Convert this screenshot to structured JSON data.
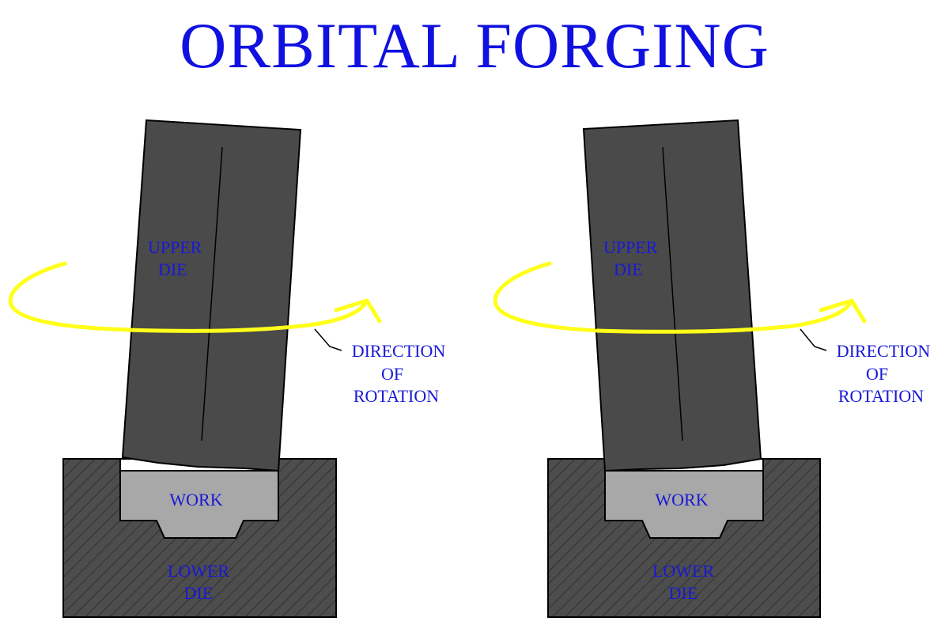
{
  "title": "ORBITAL FORGING",
  "colors": {
    "title": "#1010e0",
    "label": "#1818d8",
    "upper_die": "#4a4a4a",
    "lower_die": "#4d4d4d",
    "hatch": "#2a2a2a",
    "work": "#a8a8a8",
    "rotation_arrow": "#ffff1a"
  },
  "panels": [
    {
      "upper_die_label": [
        "UPPER",
        "DIE"
      ],
      "work_label": "WORK",
      "lower_die_label": [
        "LOWER",
        "DIE"
      ],
      "rotation_label": [
        "DIRECTION",
        "OF",
        "ROTATION"
      ]
    },
    {
      "upper_die_label": [
        "UPPER",
        "DIE"
      ],
      "work_label": "WORK",
      "lower_die_label": [
        "LOWER",
        "DIE"
      ],
      "rotation_label": [
        "DIRECTION",
        "OF",
        "ROTATION"
      ]
    }
  ]
}
